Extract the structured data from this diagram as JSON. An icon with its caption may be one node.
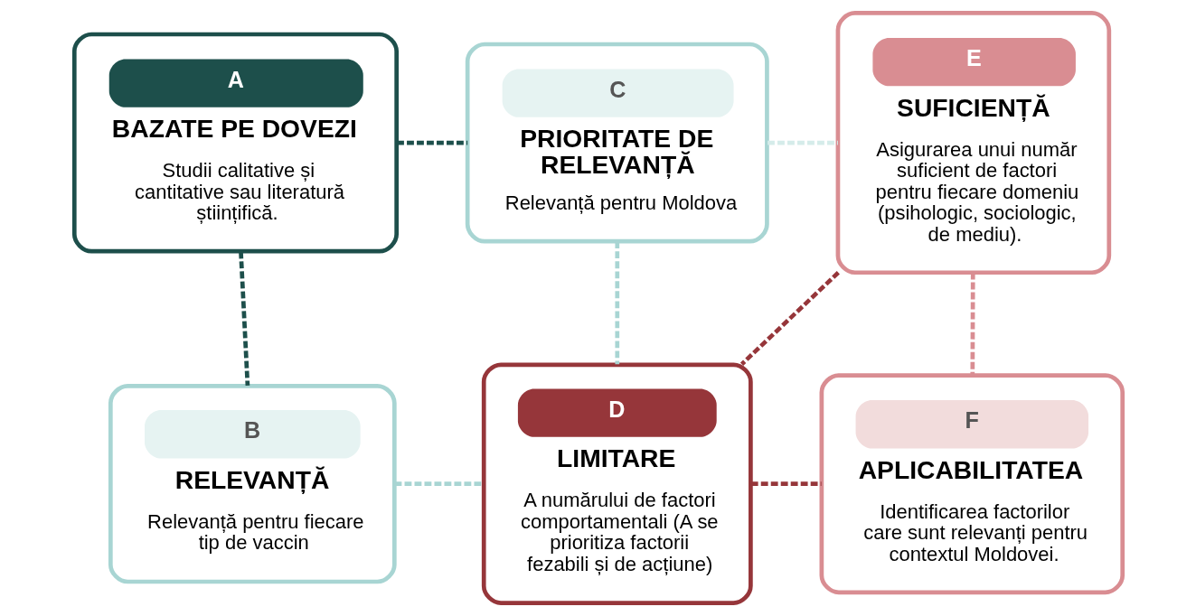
{
  "diagram": {
    "nodes": [
      {
        "text": [
          "A",
          "BAZATE PE DOVEZI",
          "Studii calitative și cantitative sau literatură științifică."
        ]
      },
      {
        "text": [
          "B",
          "RELEVANȚĂ",
          "Relevanță pentru fiecare tip de vaccin"
        ]
      },
      {
        "text": [
          "C",
          "PRIORITATE DE RELEVANȚĂ",
          "Relevanță pentru Moldova"
        ]
      },
      {
        "text": [
          "D",
          "LIMITARE",
          "A numărului de factori comportamentali (A se prioritiza factorii fezabili și de acțiune)"
        ]
      },
      {
        "text": [
          "E",
          "SUFICIENȚĂ",
          "Asigurarea unui număr suficient de factori pentru fiecare domeniu (psihologic, sociologic, de mediu)."
        ]
      },
      {
        "text": [
          "F",
          "APLICABILITATEA",
          "Identificarea factorilor care sunt relevanți pentru contextul Moldovei."
        ]
      }
    ],
    "edges": [
      {
        "from": 0,
        "to": 2,
        "arrow": "none",
        "style": "dashed",
        "color": "#1d4f4b"
      },
      {
        "from": 0,
        "to": 1,
        "arrow": "none",
        "style": "dashed",
        "color": "#1d4f4b"
      },
      {
        "from": 1,
        "to": 3,
        "arrow": "none",
        "style": "dashed",
        "color": "#a8d5d3"
      },
      {
        "from": 2,
        "to": 3,
        "arrow": "none",
        "style": "dashed",
        "color": "#a8d5d3"
      },
      {
        "from": 2,
        "to": 4,
        "arrow": "none",
        "style": "dashed",
        "color": "#d5ecea"
      },
      {
        "from": 4,
        "to": 5,
        "arrow": "none",
        "style": "dashed",
        "color": "#d98d92"
      },
      {
        "from": 3,
        "to": 5,
        "arrow": "none",
        "style": "dashed",
        "color": "#96363a"
      },
      {
        "from": 3,
        "to": 4,
        "arrow": "none",
        "style": "dashed",
        "color": "#96363a"
      }
    ]
  }
}
